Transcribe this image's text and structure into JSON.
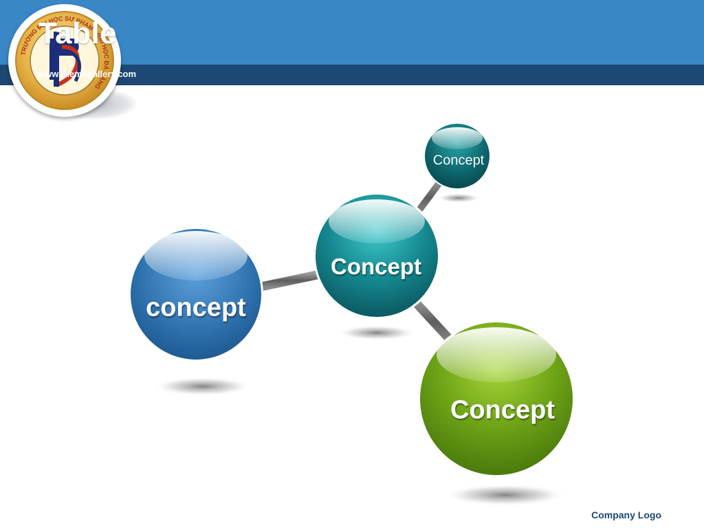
{
  "header": {
    "title": "Table",
    "url": "www.themegallery.com"
  },
  "logo": {
    "seal_text": "TRƯỜNG ĐẠI HỌC SƯ PHẠM · ĐẠI HỌC ĐÀ NẴNG"
  },
  "diagram": {
    "nodes": [
      {
        "id": "left",
        "label": "concept",
        "color": "#2f74b0"
      },
      {
        "id": "center",
        "label": "Concept",
        "color": "#1d8f96"
      },
      {
        "id": "top",
        "label": "Concept",
        "color": "#106e74"
      },
      {
        "id": "green",
        "label": "Concept",
        "color": "#6fa418"
      }
    ]
  },
  "footer": {
    "company_logo": "Company Logo"
  },
  "colors": {
    "header_top": "#3a87c6",
    "header_band": "#1c4873",
    "connector": "#777777"
  }
}
